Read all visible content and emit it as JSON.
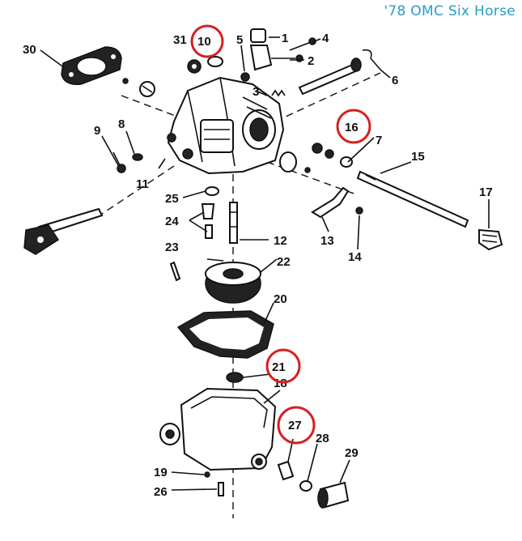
{
  "caption": "'78 OMC Six Horse",
  "callouts": [
    {
      "id": "c1",
      "label": "1"
    },
    {
      "id": "c2",
      "label": "2"
    },
    {
      "id": "c3",
      "label": "3"
    },
    {
      "id": "c4",
      "label": "4"
    },
    {
      "id": "c5",
      "label": "5"
    },
    {
      "id": "c6",
      "label": "6"
    },
    {
      "id": "c7",
      "label": "7"
    },
    {
      "id": "c8",
      "label": "8"
    },
    {
      "id": "c9",
      "label": "9"
    },
    {
      "id": "c10",
      "label": "10",
      "highlighted": true
    },
    {
      "id": "c11",
      "label": "11"
    },
    {
      "id": "c12",
      "label": "12"
    },
    {
      "id": "c13",
      "label": "13"
    },
    {
      "id": "c14",
      "label": "14"
    },
    {
      "id": "c15",
      "label": "15"
    },
    {
      "id": "c16",
      "label": "16",
      "highlighted": true
    },
    {
      "id": "c17",
      "label": "17"
    },
    {
      "id": "c18",
      "label": "18"
    },
    {
      "id": "c19",
      "label": "19"
    },
    {
      "id": "c20",
      "label": "20"
    },
    {
      "id": "c21",
      "label": "21",
      "highlighted": true
    },
    {
      "id": "c22",
      "label": "22"
    },
    {
      "id": "c23",
      "label": "23"
    },
    {
      "id": "c24",
      "label": "24"
    },
    {
      "id": "c25",
      "label": "25"
    },
    {
      "id": "c26",
      "label": "26"
    },
    {
      "id": "c27",
      "label": "27",
      "highlighted": true
    },
    {
      "id": "c28",
      "label": "28"
    },
    {
      "id": "c29",
      "label": "29"
    },
    {
      "id": "c30",
      "label": "30"
    },
    {
      "id": "c31",
      "label": "31"
    }
  ],
  "highlight_color": "#d62020",
  "caption_color": "#2a9bc8"
}
